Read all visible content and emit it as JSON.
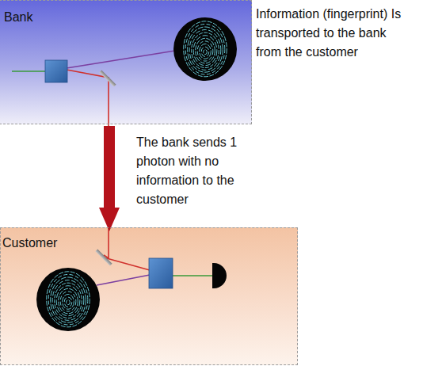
{
  "diagram": {
    "nodes": [
      {
        "text": [
          "Bank"
        ]
      },
      {
        "text": [
          "Customer"
        ]
      }
    ],
    "edges": [
      {
        "from": 0,
        "to": 1,
        "arrow": "to",
        "label": "The bank sends 1 photon with no information to the customer"
      }
    ],
    "labels": [
      "Information (fingerprint) Is transported to the bank from the customer"
    ]
  }
}
